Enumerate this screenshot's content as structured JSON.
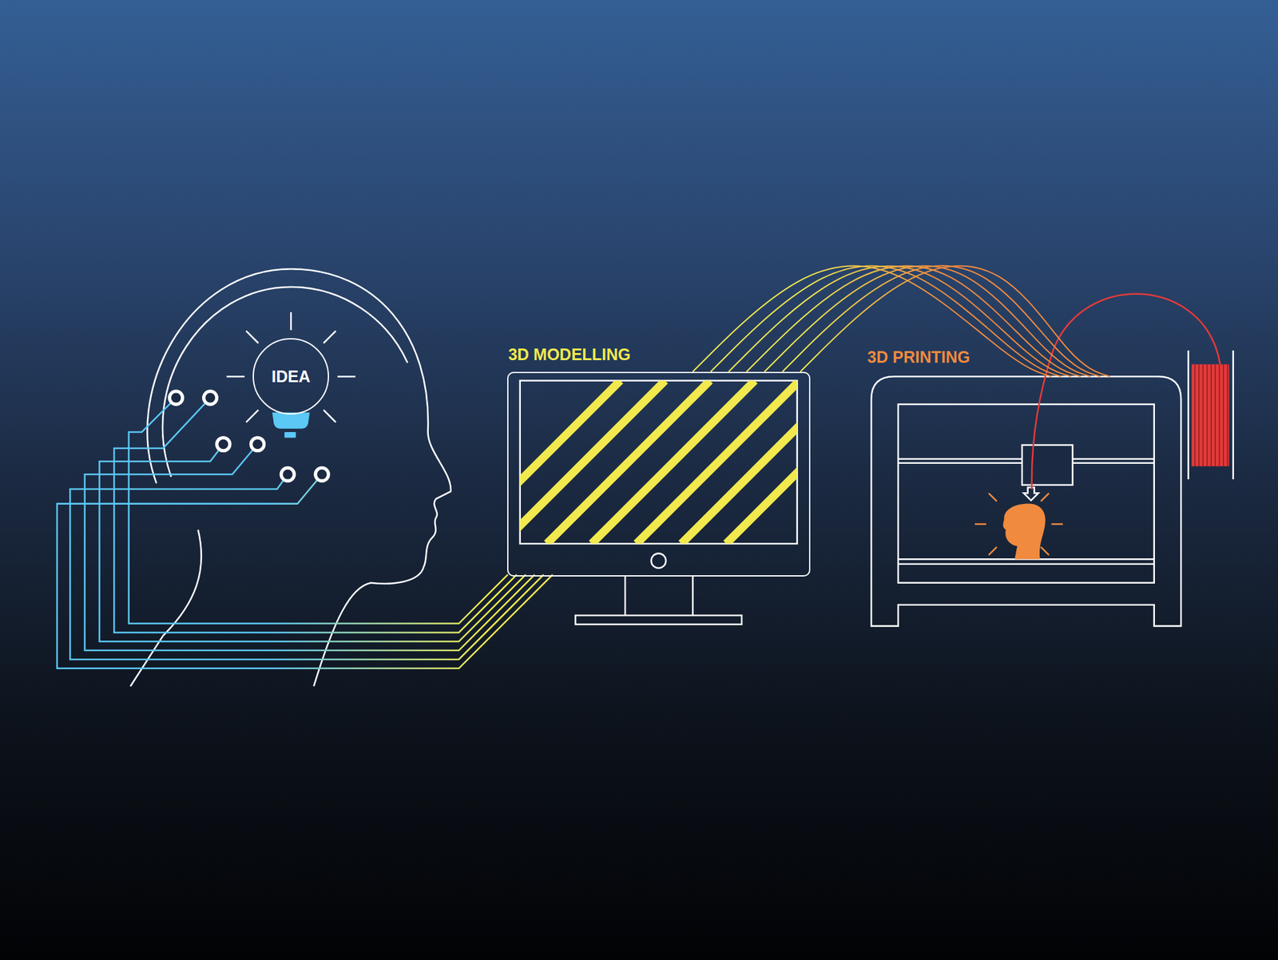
{
  "diagram": {
    "nodes": [
      {
        "text": [
          "IDEA"
        ]
      },
      {
        "text": [
          "3D MODELLING"
        ]
      },
      {
        "text": [
          "3D PRINTING"
        ]
      }
    ],
    "edges": [
      {
        "from": 1,
        "to": 2,
        "arrow": "none"
      }
    ]
  }
}
